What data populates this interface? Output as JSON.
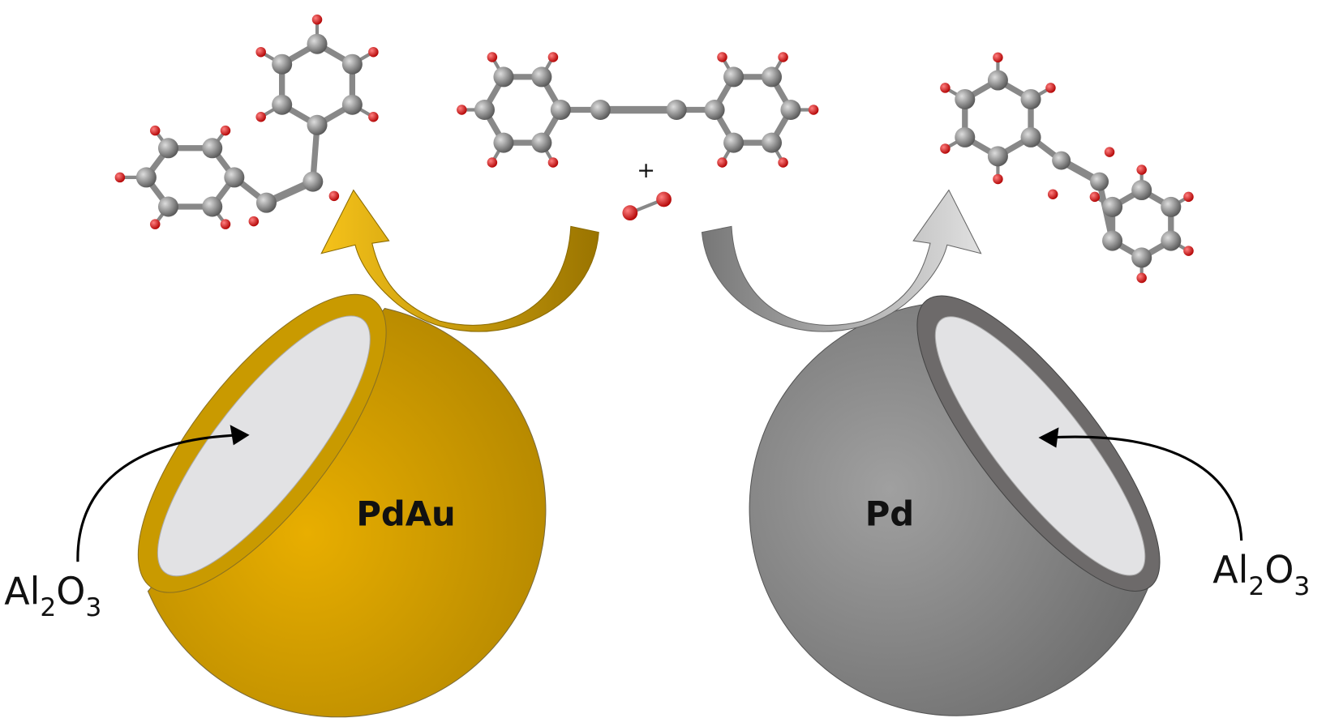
{
  "labels": {
    "left_particle": "PdAu",
    "right_particle": "Pd",
    "support_left": {
      "main": "Al",
      "sub1": "2",
      "mid": "O",
      "sub2": "3"
    },
    "support_right": {
      "main": "Al",
      "sub1": "2",
      "mid": "O",
      "sub2": "3"
    },
    "plus": "+"
  },
  "colors": {
    "gold": "#d9a300",
    "gray": "#8c8c8c",
    "carbon": "#777777",
    "hydrogen": "#e00000",
    "cavity": "#e2e2e4"
  },
  "molecules": [
    {
      "name": "cis-stilbene",
      "product_of": "PdAu"
    },
    {
      "name": "diphenylacetylene",
      "role": "reactant"
    },
    {
      "name": "hydrogen",
      "role": "reactant"
    },
    {
      "name": "trans-stilbene",
      "product_of": "Pd"
    }
  ]
}
